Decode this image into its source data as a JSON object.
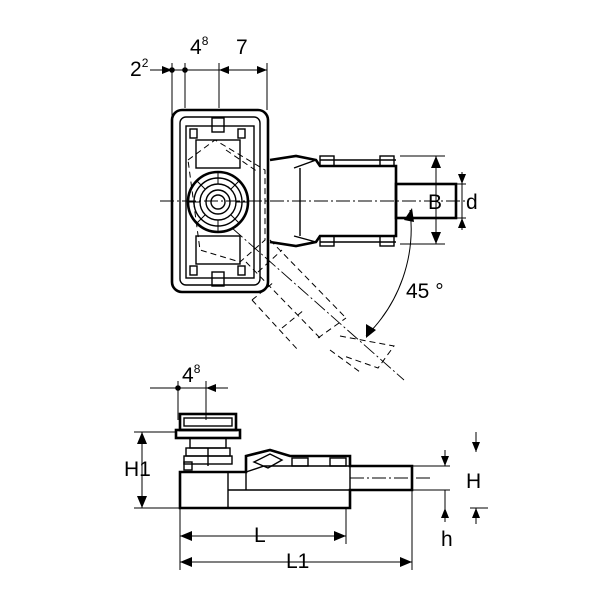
{
  "top_view": {
    "dim_left": {
      "base": "2",
      "sup": "2"
    },
    "dim_mid": {
      "base": "4",
      "sup": "8"
    },
    "dim_right": "7",
    "dim_outlet_inner": "B",
    "dim_outlet_outer": "d",
    "angle": "45 °"
  },
  "side_view": {
    "dim_top": {
      "base": "4",
      "sup": "8"
    },
    "dim_height_total": "H1",
    "dim_height_outlet": "H",
    "dim_height_base": "h",
    "dim_length": "L",
    "dim_length_total": "L1"
  }
}
